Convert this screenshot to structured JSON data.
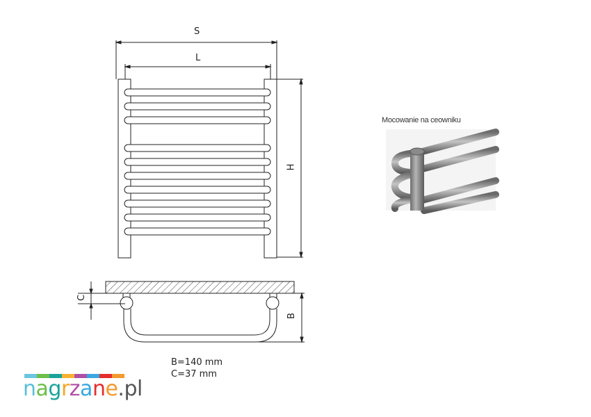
{
  "front_view": {
    "label_s": "S",
    "label_l": "L",
    "label_h": "H",
    "bar_count": 10
  },
  "side_view": {
    "label_b": "B",
    "label_c": "C"
  },
  "dimensions": {
    "b": "B=140 mm",
    "c": "C=37 mm"
  },
  "mounting_photo": {
    "caption": "Mocowanie na ceowniku"
  },
  "logo": {
    "text": "nagrzane.pl",
    "letters": [
      "n",
      "a",
      "g",
      "r",
      "z",
      "a",
      "n",
      "e",
      ".pl"
    ],
    "letter_colors": [
      "#5bc0d8",
      "#6cbf4a",
      "#1aa39a",
      "#f5a623",
      "#b04fa6",
      "#3aa8e0",
      "#e52d2d",
      "#f39a2e",
      "#555555"
    ],
    "bar_colors": [
      "#6cc6e0",
      "#6cbf4a",
      "#1aa39a",
      "#f7b233",
      "#b04fa6",
      "#3aa8e0",
      "#e52d2d",
      "#f39a2e"
    ]
  }
}
